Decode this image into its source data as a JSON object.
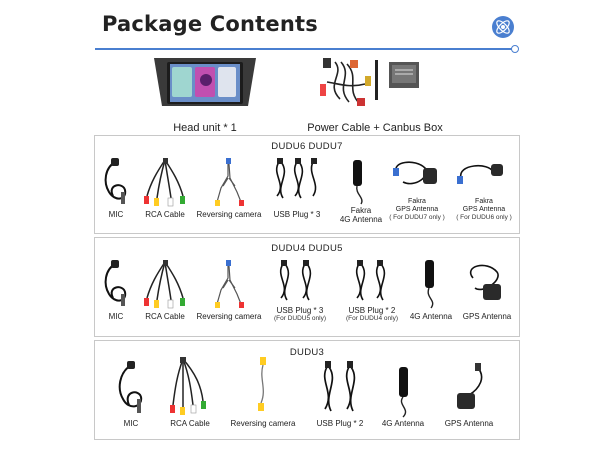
{
  "header": {
    "title": "Package Contents",
    "logo_icon": "atom-logo-icon",
    "accent": "#4a7fd0"
  },
  "top_items": [
    {
      "label": "Head unit * 1",
      "icon": "head-unit-icon"
    },
    {
      "label": "Power Cable + Canbus Box",
      "icon": "power-cable-icon"
    }
  ],
  "groups": [
    {
      "title": "DUDU6  DUDU7",
      "items": [
        {
          "label": "MIC",
          "sub": ""
        },
        {
          "label": "RCA Cable",
          "sub": ""
        },
        {
          "label": "Reversing camera",
          "sub": ""
        },
        {
          "label": "USB Plug * 3",
          "sub": ""
        },
        {
          "label": "Fakra\n4G Antenna",
          "sub": ""
        },
        {
          "label": "Fakra\nGPS Antenna",
          "sub": "( For DUDU7 only )"
        },
        {
          "label": "Fakra\nGPS Antenna",
          "sub": "( For DUDU6 only )"
        }
      ]
    },
    {
      "title": "DUDU4  DUDU5",
      "items": [
        {
          "label": "MIC",
          "sub": ""
        },
        {
          "label": "RCA Cable",
          "sub": ""
        },
        {
          "label": "Reversing camera",
          "sub": ""
        },
        {
          "label": "USB Plug * 3",
          "sub": "(For DUDU5 only)"
        },
        {
          "label": "USB Plug * 2",
          "sub": "(For DUDU4 only)"
        },
        {
          "label": "4G Antenna",
          "sub": ""
        },
        {
          "label": "GPS Antenna",
          "sub": ""
        }
      ]
    },
    {
      "title": "DUDU3",
      "items": [
        {
          "label": "MIC",
          "sub": ""
        },
        {
          "label": "RCA Cable",
          "sub": ""
        },
        {
          "label": "Reversing camera",
          "sub": ""
        },
        {
          "label": "USB Plug * 2",
          "sub": ""
        },
        {
          "label": "4G Antenna",
          "sub": ""
        },
        {
          "label": "GPS Antenna",
          "sub": ""
        }
      ]
    }
  ]
}
